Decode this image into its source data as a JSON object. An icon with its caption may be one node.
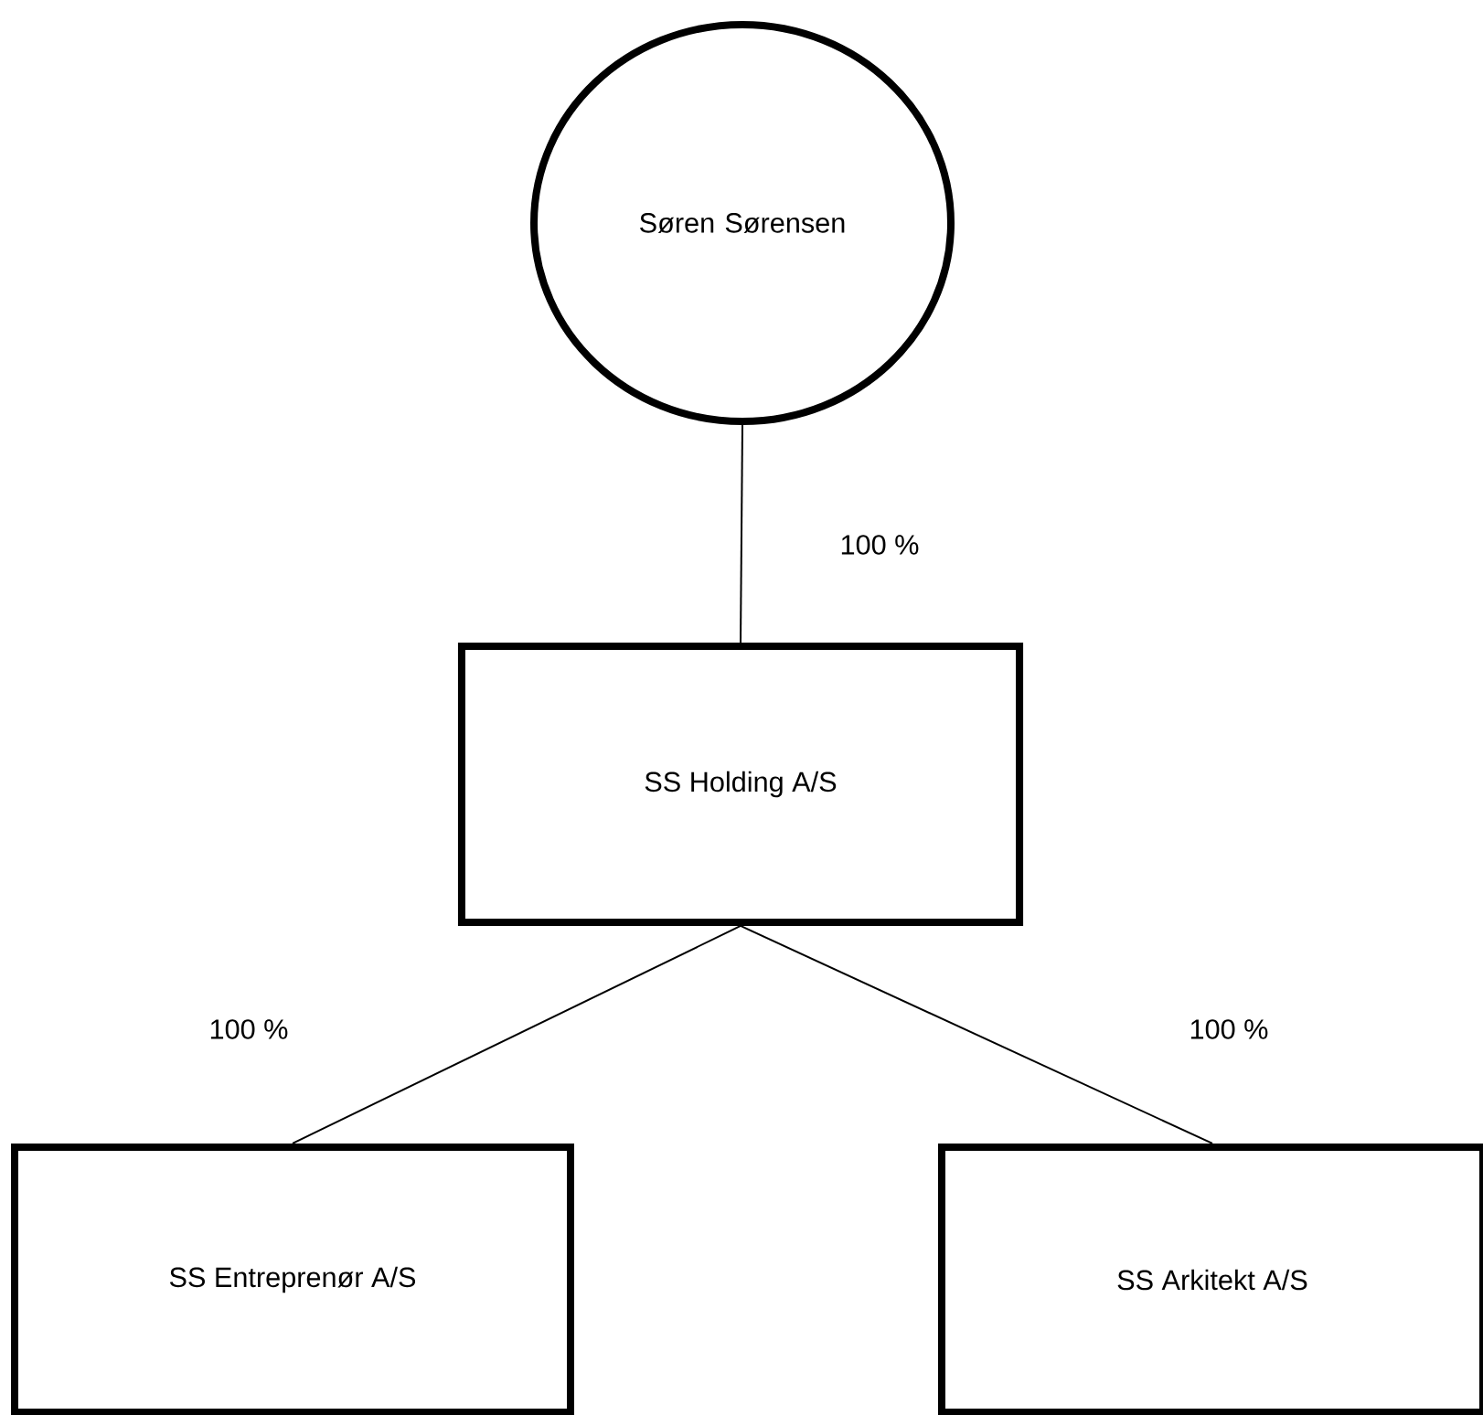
{
  "diagram": {
    "nodes": [
      {
        "text": [
          "Søren Sørensen"
        ]
      },
      {
        "text": [
          "SS Holding A/S"
        ]
      },
      {
        "text": [
          "SS Entreprenør A/S"
        ]
      },
      {
        "text": [
          "SS Arkitekt A/S"
        ]
      }
    ],
    "edges": [
      {
        "from": 0,
        "to": 1,
        "arrow": "none",
        "label": "100 %"
      },
      {
        "from": 1,
        "to": 2,
        "arrow": "none",
        "label": "100 %"
      },
      {
        "from": 1,
        "to": 3,
        "arrow": "none",
        "label": "100 %"
      }
    ]
  }
}
